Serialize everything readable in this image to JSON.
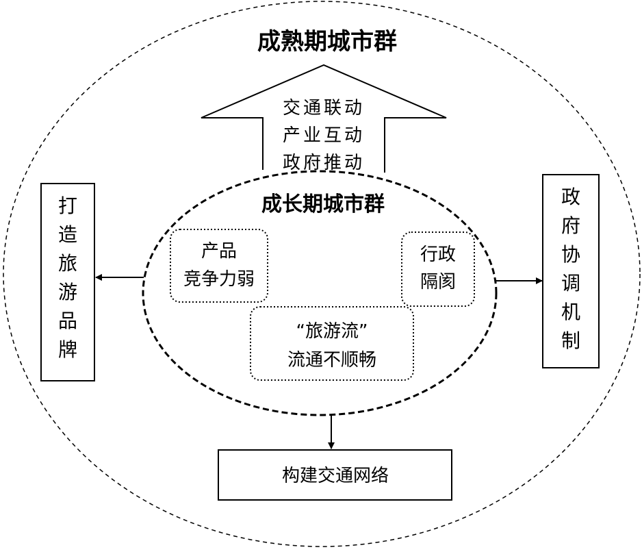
{
  "outer_title": "成熟期城市群",
  "inner_title": "成长期城市群",
  "up_arrow_lines": [
    "交通联动",
    "产业互动",
    "政府推动"
  ],
  "problems": {
    "product": [
      "产品",
      "竞争力弱"
    ],
    "admin": [
      "行政",
      "隔阂"
    ],
    "flow": [
      "“旅游流”",
      "流通不顺畅"
    ]
  },
  "solutions": {
    "left": [
      "打",
      "造",
      "旅",
      "游",
      "品",
      "牌"
    ],
    "right": [
      "政",
      "府",
      "协",
      "调",
      "机",
      "制"
    ],
    "bottom": "构建交通网络"
  }
}
